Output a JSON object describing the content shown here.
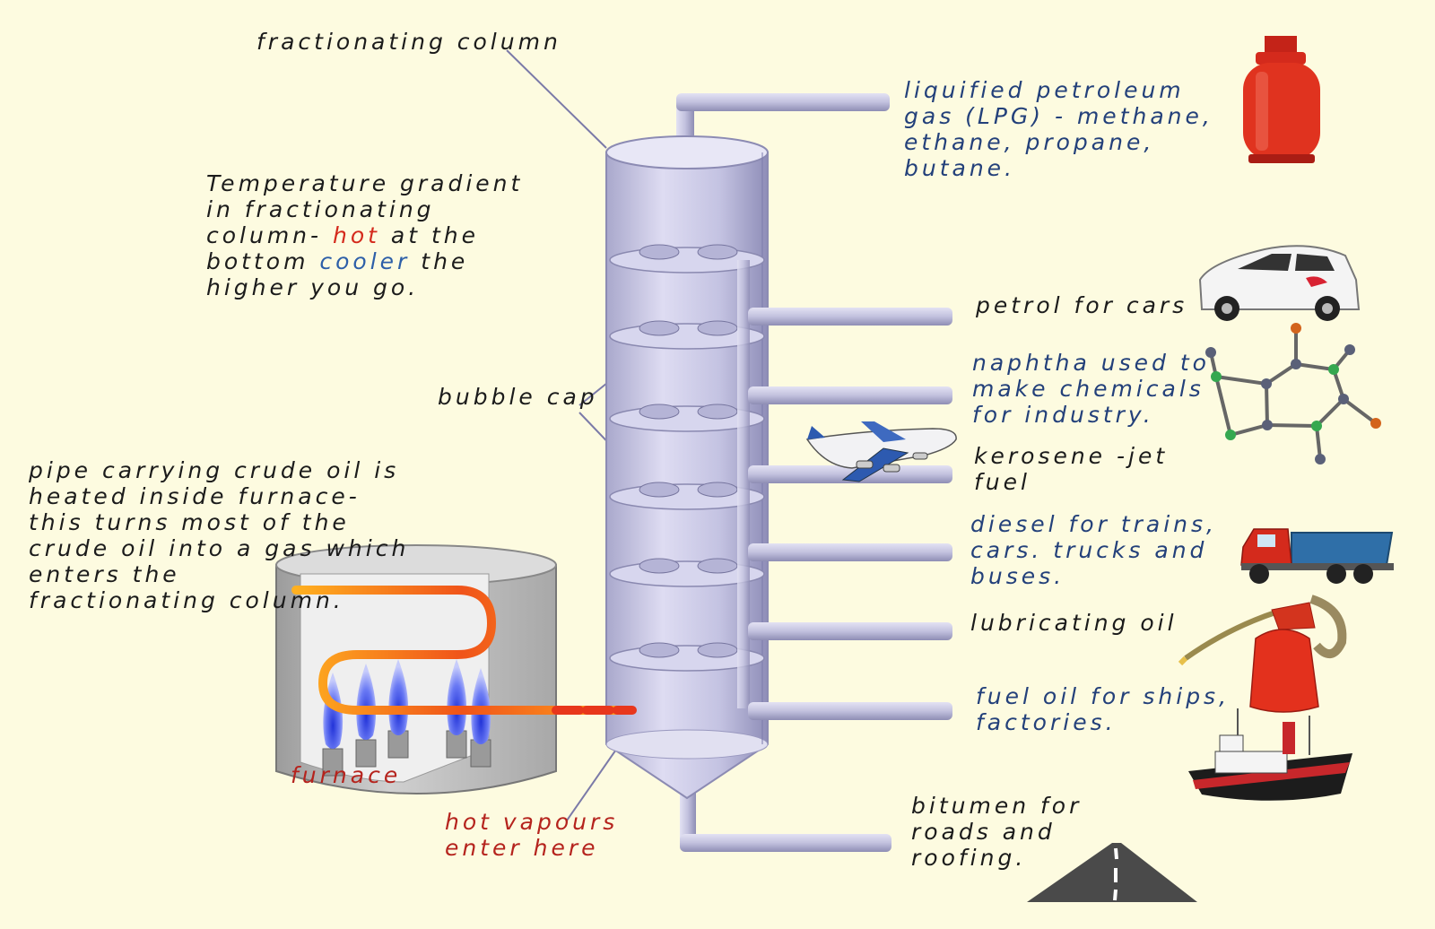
{
  "labels": {
    "column": "fractionating column",
    "gradient": {
      "line1": "Temperature gradient",
      "line2": "in fractionating",
      "line3_pre": "column- ",
      "line3_hot": "hot",
      "line3_post": " at the",
      "line4_pre": "bottom ",
      "line4_cool": "cooler",
      "line4_post": " the",
      "line5": "higher you go."
    },
    "bubble_cap": "bubble cap",
    "pipe": [
      "pipe carrying crude oil is",
      "heated inside furnace-",
      "this turns  most of the",
      "crude oil into a gas which",
      "enters the",
      "fractionating column."
    ],
    "furnace": "furnace",
    "hot_vapours": [
      "hot vapours",
      "enter here"
    ]
  },
  "fractions": {
    "lpg": [
      "liquified petroleum",
      "gas (LPG) - methane,",
      "ethane, propane,",
      "butane."
    ],
    "petrol": [
      "petrol for cars"
    ],
    "naphtha": [
      "naphtha used to",
      "make chemicals",
      "for industry."
    ],
    "kerosene": [
      "kerosene -jet",
      "fuel"
    ],
    "diesel": [
      "diesel for trains,",
      "cars. trucks and",
      "buses."
    ],
    "lubricating": [
      "lubricating oil"
    ],
    "fuel_oil": [
      "fuel oil for ships,",
      "factories."
    ],
    "bitumen": [
      "bitumen for",
      "roads and",
      "roofing."
    ]
  },
  "icons": {
    "lpg": "gas-cylinder-icon",
    "petrol": "car-icon",
    "naphtha": "molecule-icon",
    "kerosene": "airplane-icon",
    "diesel": "truck-icon",
    "lubricating": "oil-can-icon",
    "fuel_oil": "ship-icon",
    "bitumen": "road-icon"
  },
  "colors": {
    "background": "#fdfbe0",
    "column": "#c9c8e4",
    "label_text": "#1b1b1b",
    "fraction_text": "#23407a",
    "highlight_red": "#b5231d",
    "flame": "#4a5cf0",
    "hot_pipe": "#f07a18"
  }
}
